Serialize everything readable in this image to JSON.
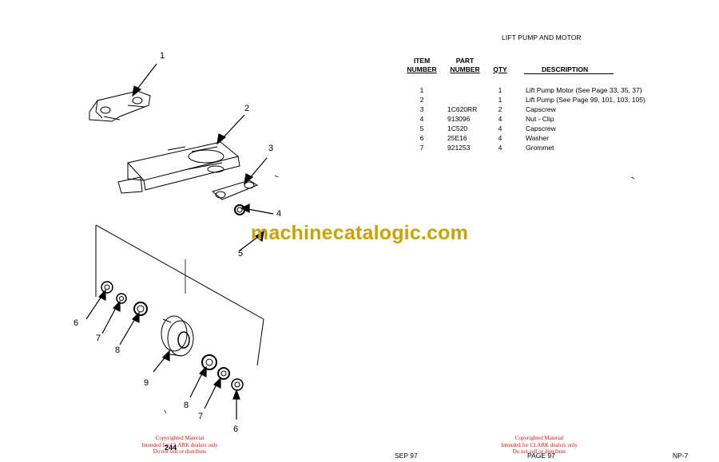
{
  "title": "LIFT PUMP AND MOTOR",
  "headers": {
    "item_line1": "ITEM",
    "item_line2": "NUMBER",
    "part_line1": "PART",
    "part_line2": "NUMBER",
    "qty": "QTY",
    "description": "DESCRIPTION"
  },
  "rows": [
    {
      "item": "1",
      "part": "",
      "qty": "1",
      "desc": "Lift Pump Motor (See Page 33, 35, 37)"
    },
    {
      "item": "2",
      "part": "",
      "qty": "1",
      "desc": "Lift Pump (See Page 99, 101, 103, 105)"
    },
    {
      "item": "3",
      "part": "1C620RR",
      "qty": "2",
      "desc": "Capscrew"
    },
    {
      "item": "4",
      "part": "913096",
      "qty": "4",
      "desc": "Nut - Clip"
    },
    {
      "item": "5",
      "part": "1C520",
      "qty": "4",
      "desc": "Capscrew"
    },
    {
      "item": "6",
      "part": "25E16",
      "qty": "4",
      "desc": "Washer"
    },
    {
      "item": "7",
      "part": "921253",
      "qty": "4",
      "desc": "Grommet"
    }
  ],
  "watermark": "machinecatalogic.com",
  "copyright_left": [
    "Copyrighted Material",
    "Intended for CLARK dealers only",
    "Do not sell or distribute"
  ],
  "copyright_right": [
    "Copyrighted Material",
    "Intended for CLARK dealers only",
    "Do not sell or distribute"
  ],
  "page_number_left": "244",
  "footer_date": "SEP 97",
  "footer_page": "PAGE 97",
  "footer_code": "NP-7",
  "callouts": [
    "1",
    "2",
    "3",
    "4",
    "5",
    "6",
    "7",
    "8",
    "9",
    "8",
    "7",
    "6"
  ]
}
